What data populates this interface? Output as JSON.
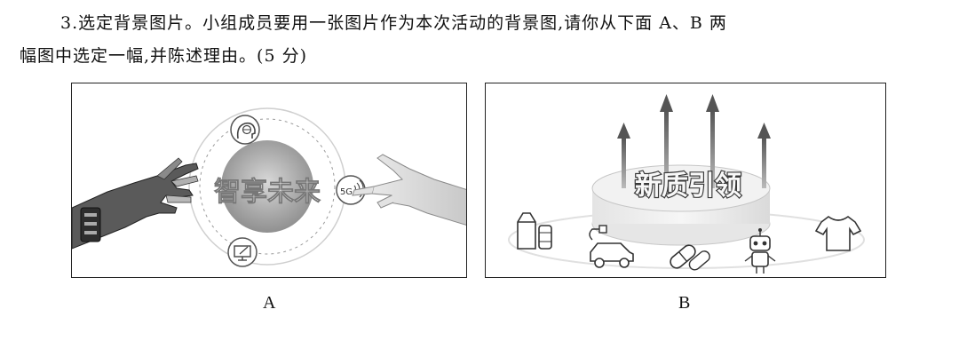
{
  "question": {
    "line1": "3.选定背景图片。小组成员要用一张图片作为本次活动的背景图,请你从下面 A、B 两",
    "line2": "幅图中选定一幅,并陈述理由。(5 分)"
  },
  "panel_a": {
    "caption": "A",
    "center_text": "智享未来",
    "badge_5g": "5G",
    "icons": [
      "head-globe-icon",
      "5g-signal-icon",
      "monitor-pen-icon"
    ]
  },
  "panel_b": {
    "caption": "B",
    "title_text": "新质引领",
    "icons": [
      "milk-carton-icon",
      "electric-car-icon",
      "capsule-pill-icon",
      "robot-icon",
      "tshirt-icon"
    ]
  },
  "colors": {
    "border": "#222222",
    "gray_dark": "#666666",
    "gray_mid": "#9a9a9a",
    "gray_light": "#d6d6d6"
  }
}
